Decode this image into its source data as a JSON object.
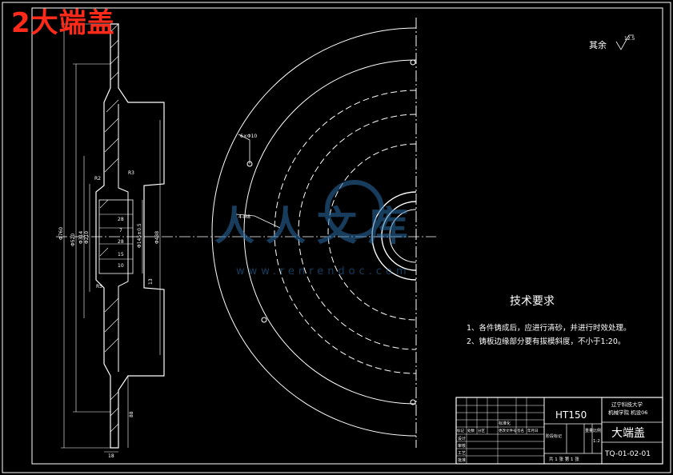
{
  "banner": "2大端盖",
  "surface_note": {
    "label": "其余",
    "value": "12.5"
  },
  "tech": {
    "title": "技术要求",
    "items": [
      "1、各件铸成后，应进行清砂，并进行时效处理。",
      "2、铸板边缘部分要有拔模斜度，不小于1:20。"
    ]
  },
  "dims": {
    "d760": "Φ760",
    "d520": "Φ520",
    "d314": "Φ314",
    "d210": "Φ210",
    "d488": "Φ488",
    "d145": "Φ145±0.5",
    "n28": "28",
    "n7": "7",
    "n28b": "28",
    "n15": "15",
    "n10": "10",
    "n18": "18",
    "n88": "88",
    "r2": "R2",
    "r3": "R3",
    "r5": "R5",
    "m10": "13",
    "hole": "6×Φ10",
    "hole2": "4-M8"
  },
  "title_block": {
    "material": "HT150",
    "org1": "辽宁科技大学",
    "org2": "机械学院 机设06",
    "part_name": "大端盖",
    "drawing_no": "TQ-01-02-01",
    "sheets": "共 1 张  第 1 张",
    "scale": "1:2",
    "headers": [
      "标记",
      "处数",
      "分区",
      "更改文件号",
      "签名",
      "年月日"
    ],
    "rows": [
      "设计",
      "审核",
      "工艺",
      "批准"
    ],
    "labels": {
      "stage": "阶段标记",
      "weight": "重量",
      "scale_label": "比例",
      "std": "标准化"
    }
  },
  "watermark": {
    "text": "人人文库",
    "url": "www.renrendoc.com"
  }
}
